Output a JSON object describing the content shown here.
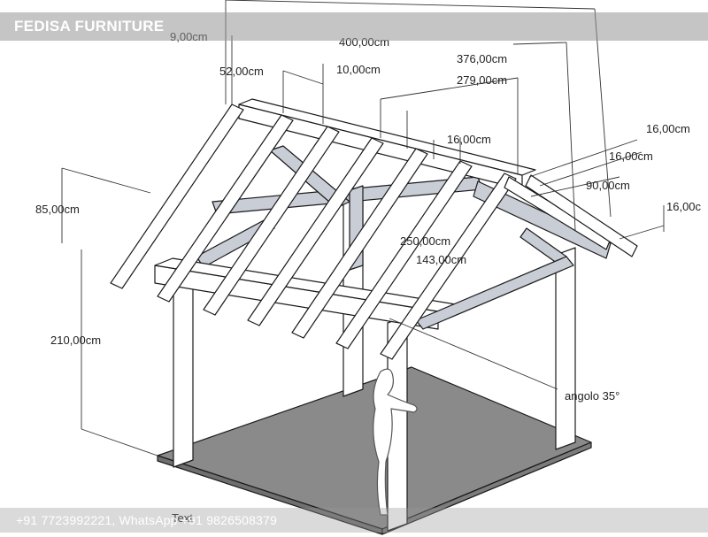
{
  "header": {
    "brand": "FEDISA FURNITURE"
  },
  "footer": {
    "contact": "+91 7723992221, WhatsApp +91 9826508379"
  },
  "dimensions": {
    "d_9": "9,00cm",
    "d_400": "400,00cm",
    "d_376": "376,00cm",
    "d_52": "52,00cm",
    "d_10": "10,00cm",
    "d_279": "279,00cm",
    "d_16a": "16,00cm",
    "d_16b": "16,00cm",
    "d_16c": "16,00cm",
    "d_16d": "16,00c",
    "d_90": "90,00cm",
    "d_85": "85,00cm",
    "d_250": "250,00cm",
    "d_143": "143,00cm",
    "d_210": "210,00cm",
    "angle": "angolo 35°"
  },
  "misc": {
    "text_tag": "Text"
  },
  "colors": {
    "wood": "#ffffff",
    "shade": "#c9cdd6",
    "floor": "#8a8a8a",
    "line": "#1a1a1a"
  }
}
